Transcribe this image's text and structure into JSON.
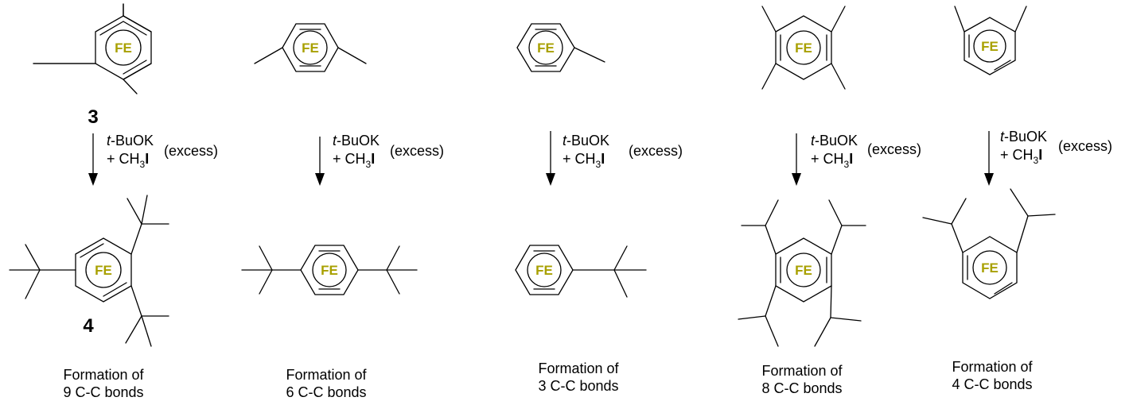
{
  "label_3": "3",
  "label_4": "4",
  "fe_label": "FE",
  "fe_color": "#a8a000",
  "reagent": {
    "base_italic": "t",
    "base": "-BuOK",
    "plus": "+ CH",
    "sub": "3",
    "iodine": "I",
    "excess": "(excess)"
  },
  "columns": [
    {
      "caption_line1": "Formation of",
      "caption_line2": "9 C-C bonds"
    },
    {
      "caption_line1": "Formation of",
      "caption_line2": "6 C-C bonds"
    },
    {
      "caption_line1": "Formation of",
      "caption_line2": "3 C-C bonds"
    },
    {
      "caption_line1": "Formation of",
      "caption_line2": "8 C-C bonds"
    },
    {
      "caption_line1": "Formation of",
      "caption_line2": "4 C-C bonds"
    }
  ]
}
